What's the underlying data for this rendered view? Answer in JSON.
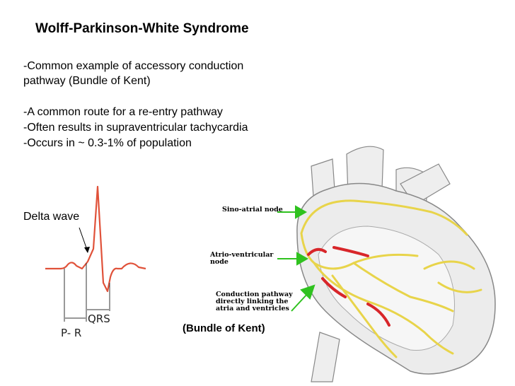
{
  "title": "Wolff-Parkinson-White Syndrome",
  "bullets": {
    "b1_line1": "-Common example of accessory conduction",
    "b1_line2": "pathway (Bundle of Kent)",
    "b2": "-A common route for a re-entry pathway",
    "b3": "-Often results in supraventricular tachycardia",
    "b4": "-Occurs in ~ 0.3-1% of population"
  },
  "ecg": {
    "delta_label": "Delta wave",
    "qrs_label": "QRS",
    "pr_label": "P- R"
  },
  "heart": {
    "sa_label": "Sino-atrial node",
    "av_line1": "Atrio-ventricular",
    "av_line2": "node",
    "cp_line1": "Conduction pathway",
    "cp_line2": "directly linking the",
    "cp_line3": "atria and ventricles",
    "kent_label": "(Bundle of Kent)"
  },
  "colors": {
    "ecg_trace": "#e0523a",
    "pathway_yellow": "#e8d44a",
    "pathway_red": "#d8262a",
    "arrow_green": "#2fc21f"
  }
}
